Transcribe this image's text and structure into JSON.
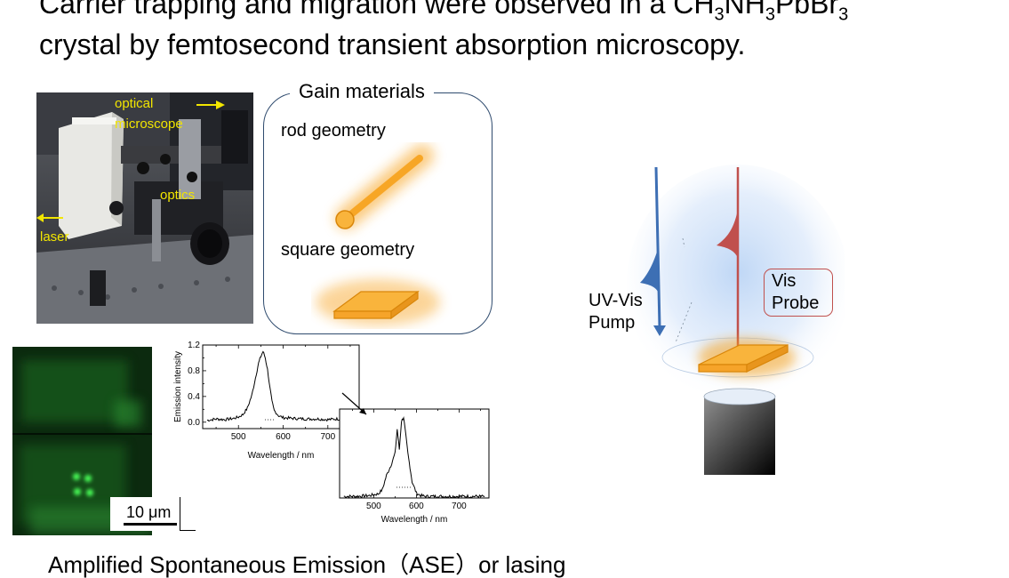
{
  "slide": {
    "title_line1_prefix": "Carrier trapping and migration were observed in a CH",
    "title_sub1": "3",
    "title_mid1": "NH",
    "title_sub2": "3",
    "title_mid2": "PbBr",
    "title_sub3": "3",
    "title_line2": "crystal by femtosecond transient absorption microscopy.",
    "footer_text": "Amplified Spontaneous Emission（ASE）or lasing"
  },
  "photo": {
    "labels": {
      "optical": "optical",
      "microscope": "microscope",
      "optics": "optics",
      "laser": "laser"
    },
    "label_color": "#f2e600"
  },
  "gain_materials": {
    "title": "Gain materials",
    "rod_label": "rod geometry",
    "square_label": "square geometry",
    "glow_color": "#f7a21b"
  },
  "micrograph": {
    "scale_bar_label": "10 μm",
    "image_color": "#1f8a2a"
  },
  "spectra": {
    "ylabel": "Emission intensity",
    "xlabel": "Wavelength / nm",
    "xlabel_inset": "Wavelength / nm"
  },
  "chart_data": [
    {
      "type": "line",
      "title": "",
      "xlabel": "Wavelength / nm",
      "ylabel": "Emission intensity",
      "xlim": [
        420,
        770
      ],
      "ylim": [
        -0.1,
        1.2
      ],
      "xticks": [
        500,
        600,
        700
      ],
      "yticks": [
        0.0,
        0.4,
        0.8
      ],
      "yticks_minor": [
        0.2,
        0.6,
        1.0,
        1.2
      ],
      "x": [
        430,
        450,
        470,
        490,
        500,
        510,
        520,
        530,
        540,
        545,
        550,
        555,
        560,
        565,
        570,
        575,
        580,
        590,
        600,
        620,
        650,
        680,
        700,
        720,
        740,
        760
      ],
      "y": [
        0.03,
        0.05,
        0.04,
        0.06,
        0.08,
        0.12,
        0.22,
        0.42,
        0.75,
        0.92,
        1.02,
        1.1,
        1.0,
        0.82,
        0.55,
        0.32,
        0.18,
        0.1,
        0.07,
        0.06,
        0.05,
        0.05,
        0.04,
        0.05,
        0.05,
        0.04
      ]
    },
    {
      "type": "line",
      "title": "",
      "xlabel": "Wavelength / nm",
      "ylabel": "",
      "xlim": [
        420,
        770
      ],
      "ylim": [
        0,
        1.1
      ],
      "xticks": [
        500,
        600,
        700
      ],
      "x": [
        430,
        460,
        490,
        510,
        520,
        530,
        540,
        550,
        555,
        560,
        565,
        570,
        575,
        580,
        585,
        590,
        600,
        610,
        620,
        640,
        660,
        680,
        700,
        730,
        760
      ],
      "y": [
        0.02,
        0.02,
        0.03,
        0.05,
        0.1,
        0.28,
        0.4,
        0.55,
        0.85,
        0.6,
        0.95,
        1.0,
        0.78,
        0.55,
        0.38,
        0.2,
        0.06,
        0.03,
        0.02,
        0.02,
        0.02,
        0.02,
        0.02,
        0.02,
        0.02
      ]
    }
  ],
  "setup_diagram": {
    "pump_label_line1": "UV-Vis",
    "pump_label_line2": "Pump",
    "probe_label_line1": "Vis",
    "probe_label_line2": "Probe",
    "pump_color": "#3d6fb4",
    "probe_color": "#c0504d",
    "sample_color": "#f7a21b"
  }
}
